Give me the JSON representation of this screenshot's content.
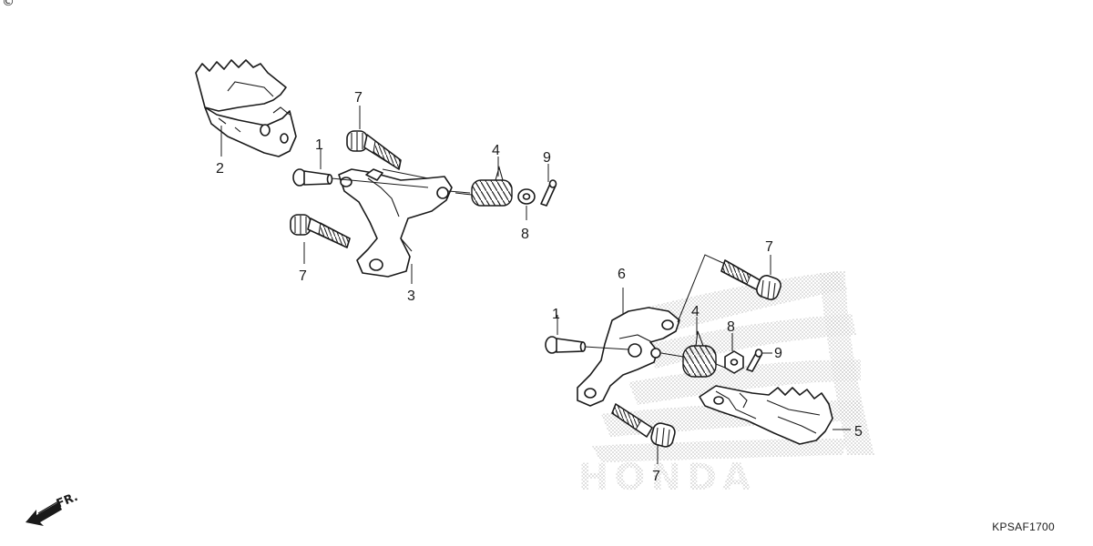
{
  "diagram": {
    "callouts": {
      "upper_1": "1",
      "upper_2": "2",
      "upper_3": "3",
      "upper_4": "4",
      "upper_7a": "7",
      "upper_7b": "7",
      "upper_8": "8",
      "upper_9": "9",
      "lower_1": "1",
      "lower_4": "4",
      "lower_5": "5",
      "lower_6": "6",
      "lower_7a": "7",
      "lower_7b": "7",
      "lower_8": "8",
      "lower_9": "9"
    },
    "direction_label": "FR.",
    "copyright_mark": "©",
    "diagram_code": "KPSAF1700",
    "watermark_text": "HONDA"
  },
  "colors": {
    "line": "#1a1a1a",
    "watermark": "#bdbdbd",
    "background": "#ffffff"
  }
}
